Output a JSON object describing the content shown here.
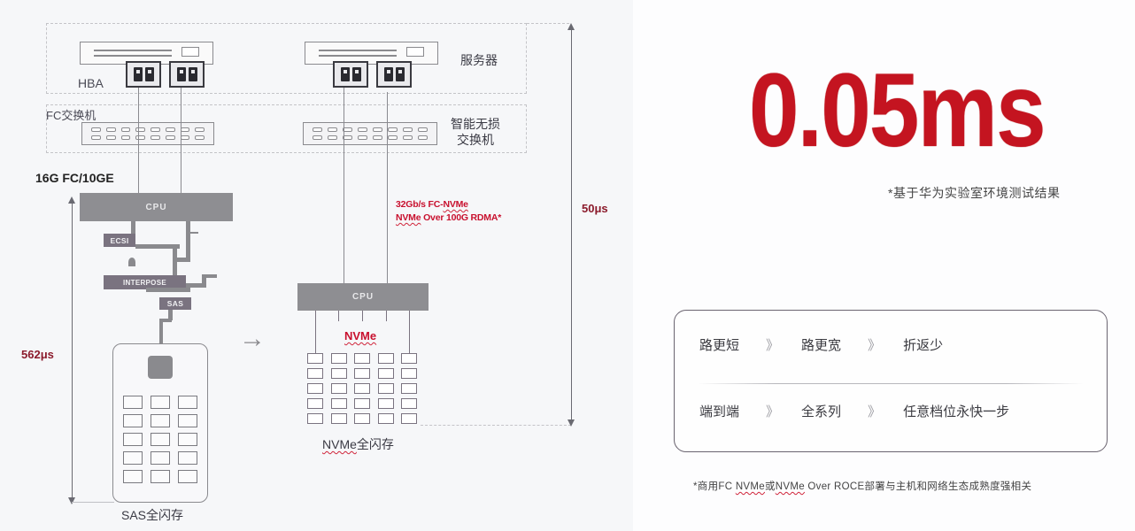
{
  "diagram": {
    "left_zone": {
      "hba_label": "HBA",
      "switch_label": "FC交换机",
      "link_label": "16G FC/10GE",
      "cpu_label": "CPU",
      "chips": [
        "ECSI",
        "INTERPOSE",
        "SAS"
      ],
      "latency_label": "562μs",
      "storage_label": "SAS全闪存"
    },
    "right_zone": {
      "server_label": "服务器",
      "switch_label_line1": "智能无损",
      "switch_label_line2": "交换机",
      "protocol_line1_prefix": "32Gb/s FC-",
      "protocol_line1_sq": "NVMe",
      "protocol_line2_sq": "NVMe",
      "protocol_line2_suffix": " Over 100G RDMA*",
      "cpu_label": "CPU",
      "nvme_label": "NVMe",
      "latency_label": "50μs",
      "storage_label_sq": "NVMe",
      "storage_label_suffix": "全闪存"
    },
    "transition_arrow": "→"
  },
  "headline": {
    "value": "0.05ms",
    "footnote": "*基于华为实验室环境测试结果",
    "accent_color": "#c41420"
  },
  "features": {
    "rows": [
      {
        "items": [
          "路更短",
          "路更宽",
          "折返少"
        ]
      },
      {
        "items": [
          "端到端",
          "全系列",
          "任意档位永快一步"
        ]
      }
    ],
    "separator": "》"
  },
  "bottom_note": {
    "prefix": "*商用FC ",
    "sq1": "NVMe",
    "middle": "或",
    "sq2": "NVMe",
    "suffix": " Over ROCE部署与主机和网络生态成熟度强相关"
  }
}
